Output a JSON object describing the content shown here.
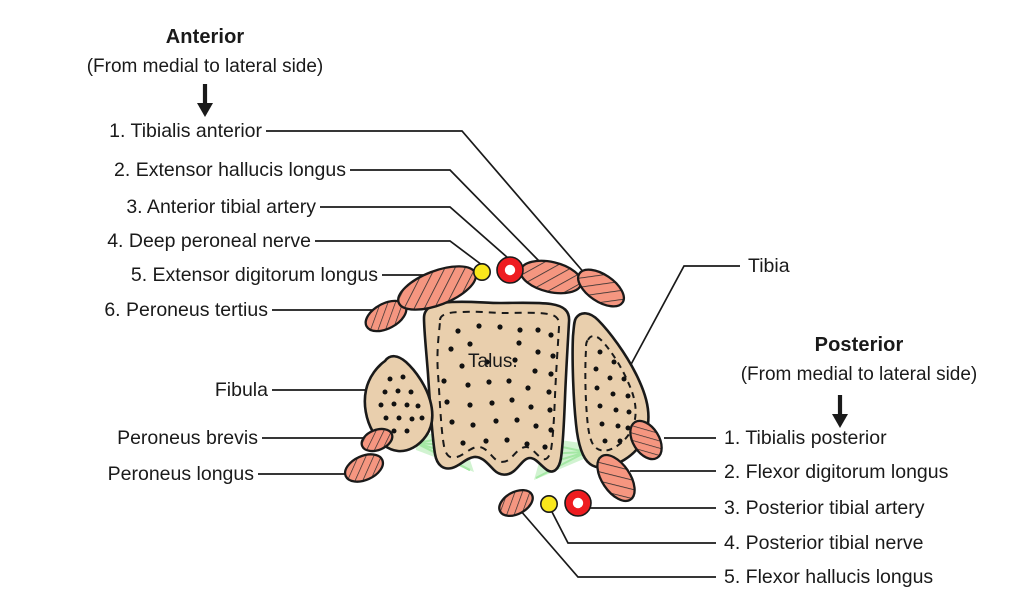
{
  "figure": {
    "title_anterior": "Anterior",
    "subtitle_anterior": "(From medial to lateral side)",
    "title_posterior": "Posterior",
    "subtitle_posterior": "(From medial to lateral side)",
    "center_bone_label": "Talus.",
    "tibia_label": "Tibia",
    "fibula_label": "Fibula",
    "arrow_anterior": "down-arrow-icon",
    "arrow_posterior": "down-arrow-icon"
  },
  "anterior_list": [
    {
      "num": "1.",
      "label": "Tibialis anterior",
      "text": "1. Tibialis anterior"
    },
    {
      "num": "2.",
      "label": "Extensor hallucis longus",
      "text": "2. Extensor hallucis longus"
    },
    {
      "num": "3.",
      "label": "Anterior tibial artery",
      "text": "3. Anterior tibial artery"
    },
    {
      "num": "4.",
      "label": "Deep peroneal nerve",
      "text": "4. Deep peroneal nerve"
    },
    {
      "num": "5.",
      "label": "Extensor digitorum longus",
      "text": "5. Extensor digitorum longus"
    },
    {
      "num": "6.",
      "label": "Peroneus tertius",
      "text": "6. Peroneus tertius"
    }
  ],
  "posterior_list": [
    {
      "num": "1.",
      "label": "Tibialis posterior",
      "text": "1. Tibialis posterior"
    },
    {
      "num": "2.",
      "label": "Flexor digitorum longus",
      "text": "2. Flexor digitorum longus"
    },
    {
      "num": "3.",
      "label": "Posterior tibial artery",
      "text": "3. Posterior tibial artery"
    },
    {
      "num": "4.",
      "label": "Posterior tibial nerve",
      "text": "4. Posterior tibial nerve"
    },
    {
      "num": "5.",
      "label": "Flexor hallucis longus",
      "text": "5. Flexor hallucis longus"
    }
  ],
  "lateral_list": [
    {
      "label": "Fibula",
      "text": "Fibula"
    },
    {
      "label": "Peroneus brevis",
      "text": "Peroneus brevis"
    },
    {
      "label": "Peroneus longus",
      "text": "Peroneus longus"
    }
  ],
  "structures": {
    "bones": [
      {
        "name": "talus",
        "label": "Talus."
      },
      {
        "name": "tibia",
        "label": "Tibia"
      },
      {
        "name": "fibula",
        "label": "Fibula"
      }
    ],
    "muscles": [
      "extensor-digitorum-longus-muscle",
      "peroneus-tertius-muscle",
      "tibialis-anterior-muscle",
      "extensor-hallucis-longus-muscle",
      "tibialis-posterior-muscle",
      "flexor-digitorum-longus-muscle",
      "flexor-hallucis-longus-muscle",
      "peroneus-brevis-muscle",
      "peroneus-longus-muscle"
    ],
    "vessels": [
      {
        "name": "anterior-tibial-artery",
        "kind": "artery"
      },
      {
        "name": "posterior-tibial-artery",
        "kind": "artery"
      }
    ],
    "nerves": [
      {
        "name": "deep-peroneal-nerve",
        "kind": "nerve"
      },
      {
        "name": "posterior-tibial-nerve",
        "kind": "nerve"
      }
    ]
  },
  "colors": {
    "bone_fill": "#e9cfad",
    "bone_stroke": "#1a1a1a",
    "muscle_fill": "#f59680",
    "muscle_stroke": "#1a1a1a",
    "artery_fill": "#ee1c20",
    "nerve_fill": "#f9e71c",
    "ligament": "#7ee07e",
    "leader": "#1a1a1a",
    "text": "#1a1a1a",
    "background": "#ffffff"
  }
}
